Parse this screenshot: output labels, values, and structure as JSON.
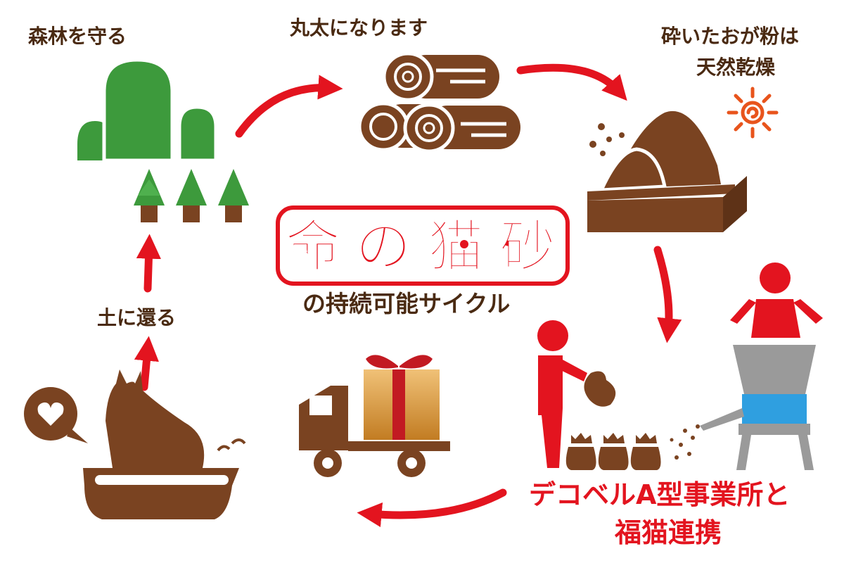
{
  "title": {
    "chars": [
      "命",
      "の",
      "猫",
      "砂"
    ],
    "subtitle": "の持続可能サイクル"
  },
  "steps": {
    "forest": "森林を守る",
    "logs": "丸太になります",
    "dry_line1": "砕いたおが粉は",
    "dry_line2": "天然乾燥",
    "soil": "土に還る"
  },
  "organization": {
    "line1": "デコベルA型事業所と",
    "line2": "福猫連携"
  },
  "colors": {
    "brown": "#7a4321",
    "red": "#e3141f",
    "green": "#3d9a3c",
    "sun": "#e8541c",
    "machine_blue": "#2f9fe0",
    "machine_gray": "#9a9a9a",
    "gift_gold": "#d9a04a"
  },
  "icons": {
    "forest": "forest-icon",
    "logs": "logs-icon",
    "sawdust": "sawdust-icon",
    "sun": "sun-icon",
    "machine": "grinder-icon",
    "worker": "worker-icon",
    "bags": "bag-icon",
    "truck": "truck-icon",
    "gift": "gift-icon",
    "cat": "cat-litter-icon",
    "heart": "heart-icon"
  }
}
